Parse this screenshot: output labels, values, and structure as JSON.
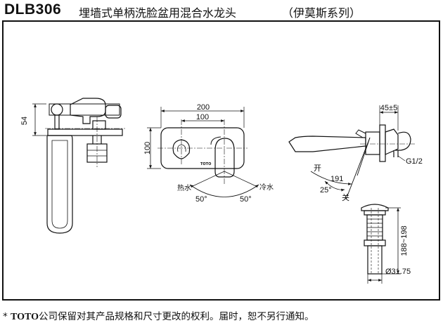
{
  "header": {
    "model": "DLB306",
    "title": "埋墙式单柄洗脸盆用混合水龙头",
    "series": "（伊莫斯系列）"
  },
  "dimensions": {
    "side_height": "54",
    "front_width": "200",
    "front_half_width": "100",
    "front_height": "100",
    "front_angle_left": "50°",
    "front_angle_right": "50°",
    "front_hot": "热水",
    "front_cold": "冷水",
    "front_logo": "TOTO",
    "profile_depth": "45±5",
    "profile_thread": "G1/2",
    "profile_reach": "191",
    "profile_angle": "25°",
    "profile_open": "开",
    "profile_close": "关",
    "drain_height": "188~198",
    "drain_diameter": "Ø31.75"
  },
  "footer": {
    "asterisk": "*",
    "brand": "TOTO",
    "text": "公司保留对其产品规格和尺寸更改的权利。届时，恕不另行通知。"
  }
}
